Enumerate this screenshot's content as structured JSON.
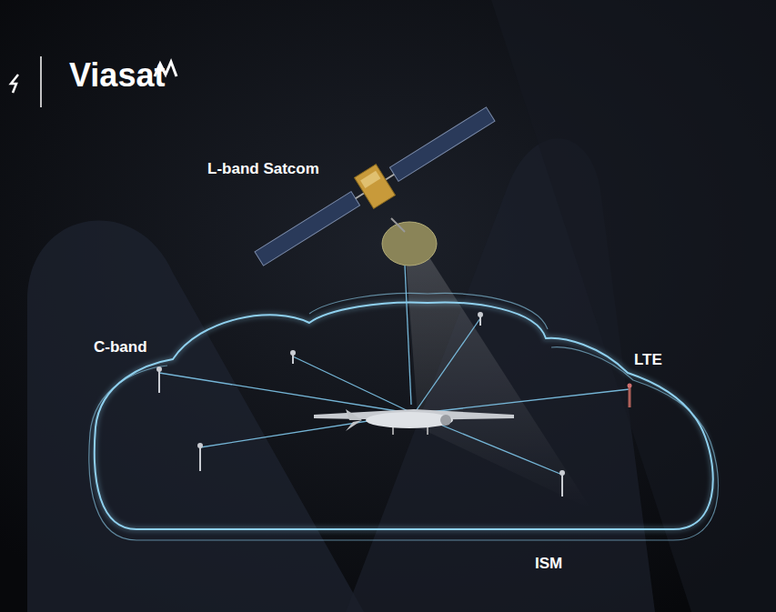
{
  "diagram": {
    "labels": [
      "Viasat",
      "L-band Satcom",
      "C-band",
      "LTE",
      "ISM"
    ]
  }
}
